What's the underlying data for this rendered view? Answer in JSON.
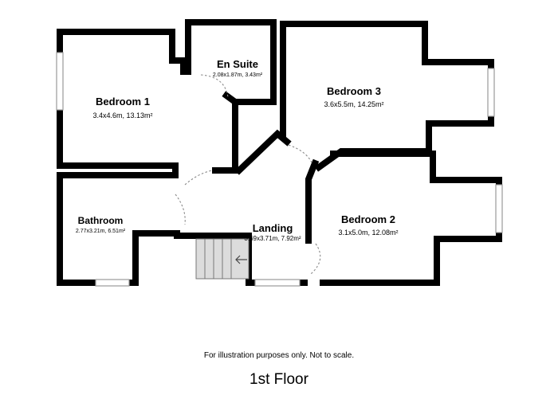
{
  "rooms": [
    {
      "name": "En Suite",
      "dims": "2.08x1.87m, 3.43m²"
    },
    {
      "name": "Bedroom 1",
      "dims": "3.4x4.6m, 13.13m²"
    },
    {
      "name": "Bedroom 3",
      "dims": "3.6x5.5m, 14.25m²"
    },
    {
      "name": "Bathroom",
      "dims": "2.77x3.21m, 6.51m²"
    },
    {
      "name": "Landing",
      "dims": "3.69x3.71m, 7.92m²"
    },
    {
      "name": "Bedroom 2",
      "dims": "3.1x5.0m, 12.08m²"
    }
  ],
  "disclaimer": "For illustration purposes only. Not to scale.",
  "floor_label": "1st Floor",
  "stairs": {
    "direction_icon": "arrow-left-icon"
  }
}
